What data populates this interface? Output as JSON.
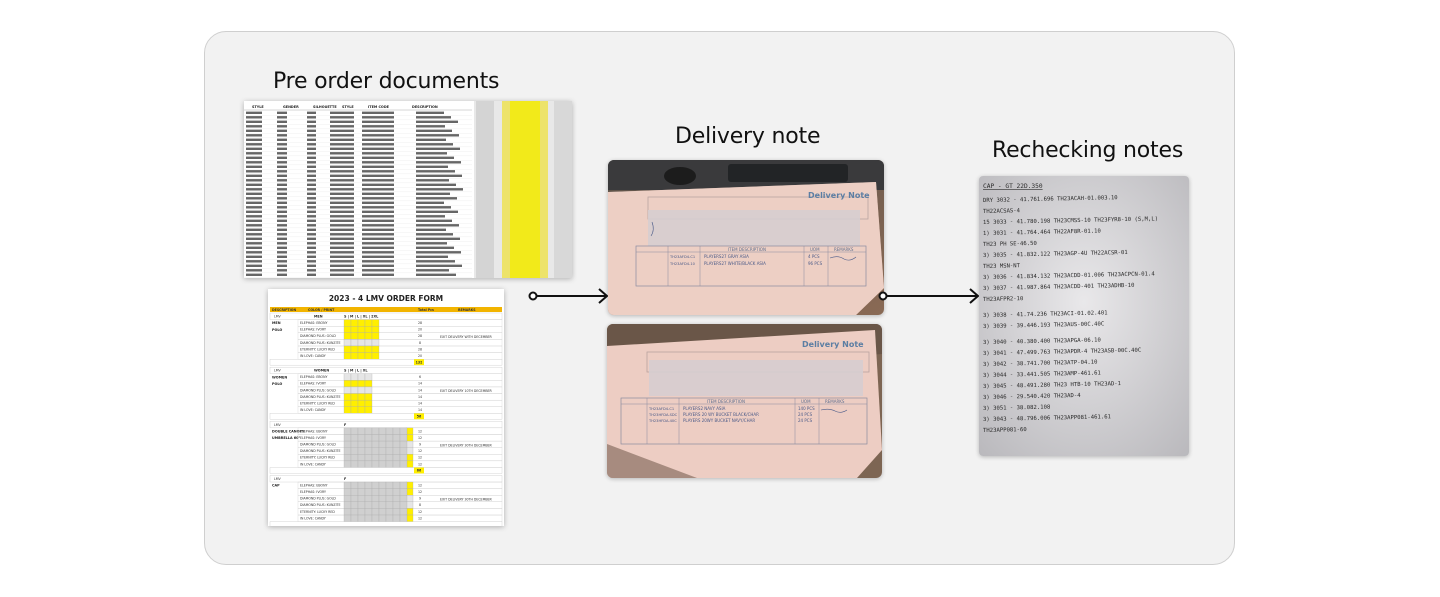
{
  "headings": {
    "pre_order": "Pre order documents",
    "delivery": "Delivery note",
    "rechecking": "Rechecking notes"
  },
  "spreadsheet": {
    "headers": [
      "STYLE",
      "GENDER",
      "SILHOUETTE",
      "STYLE",
      "ITEM CODE",
      "DESCRIPTION"
    ],
    "highlight_color": "#f2ea1a"
  },
  "order_form": {
    "title": "2023 - 4 LMV ORDER FORM",
    "col_description": "DESCRIPTION",
    "col_color_print": "COLOR / PRINT",
    "col_total": "Total Pcs",
    "col_remarks": "REMARKS",
    "header_color": "#f2b400",
    "highlight_color": "#ffef00",
    "sections": [
      {
        "brand": "LMV",
        "category": "MEN",
        "group_lines": [
          "MEN",
          "POLO"
        ],
        "size_header": "S | M | L | XL | 2XL",
        "rows": [
          "ELEPHAS: EBONY",
          "ELEPHAS: IVORY",
          "DIAMOND PLUS: GOLD",
          "DIAMOND PLUS: KUNZITE",
          "ETERNITY: LUCKY RED",
          "IN LOVE: CANDY"
        ],
        "totals": [
          "28",
          "20",
          "28",
          "8",
          "28",
          "20"
        ],
        "subtotal": "132",
        "remark": "EXIT DELIVERY WITH DECEMBER"
      },
      {
        "brand": "LMV",
        "category": "WOMEN",
        "group_lines": [
          "WOMEN",
          "POLO"
        ],
        "size_header": "S | M | L | XL",
        "rows": [
          "ELEPHAS: EBONY",
          "ELEPHAS: IVORY",
          "DIAMOND PLUS: GOLD",
          "DIAMOND PLUS: KUNZITE",
          "ETERNITY: LUCKY RED",
          "IN LOVE: CANDY"
        ],
        "totals": [
          "6",
          "14",
          "14",
          "14",
          "14",
          "14"
        ],
        "subtotal": "56",
        "remark": "EXIT DELIVERY 10TH DECEMBER"
      },
      {
        "brand": "LMV",
        "category": "",
        "group_lines": [
          "DOUBLE CANOPY",
          "UMBRELLA 60\""
        ],
        "size_header": "F",
        "rows": [
          "ELEPHAS: EBONY",
          "ELEPHAS: IVORY",
          "DIAMOND PLUS: GOLD",
          "DIAMOND PLUS: KUNZITE",
          "ETERNITY: LUCKY RED",
          "IN LOVE: CANDY"
        ],
        "totals": [
          "12",
          "12",
          "9",
          "12",
          "12",
          "12"
        ],
        "subtotal": "66",
        "remark": "EXIT DELIVERY 30TH DECEMBER"
      },
      {
        "brand": "LMV",
        "category": "",
        "group_lines": [
          "CAP"
        ],
        "size_header": "F",
        "rows": [
          "ELEPHAS: EBONY",
          "ELEPHAS: IVORY",
          "DIAMOND PLUS: GOLD",
          "DIAMOND PLUS: KUNZITE",
          "ETERNITY: LUCKY RED",
          "IN LOVE: CANDY"
        ],
        "totals": [
          "12",
          "12",
          "9",
          "8",
          "12",
          "12"
        ],
        "subtotal": "",
        "remark": "EXIT DELIVERY 30TH DECEMBER"
      }
    ]
  },
  "delivery_photos": [
    {
      "title": "Delivery Note",
      "col_item_description": "ITEM DESCRIPTION",
      "col_uom": "UOM",
      "col_remarks": "REMARKS",
      "lines": [
        "PLAYERS27 GRAY ASIA",
        "PLAYERS27 WHITE/BLACK ASIA"
      ],
      "codes": [
        "TH23AFD4-C1",
        "TH23AFD4-10"
      ],
      "qty": [
        "4 PCS",
        "96 PCS"
      ]
    },
    {
      "title": "Delivery Note",
      "col_item_description": "ITEM DESCRIPTION",
      "col_uom": "UOM",
      "col_remarks": "REMARKS",
      "lines": [
        "PLAYERS2 NAVY ASIA",
        "PLAYERS 20 WY BUCKET BLACK/CHAR",
        "PLAYERS 20WY BUCKET NAVY/CHAR"
      ],
      "codes": [
        "TH23AFD4-C1",
        "TH23HFDA-SDC",
        "TH23HFDA-40C"
      ],
      "qty": [
        "140 PCS",
        "24 PCS",
        "24 PCS"
      ]
    }
  ],
  "rechecking": {
    "header": "CAP - GT 22D.350",
    "lines": [
      "DRY 3032 - 41.761.696   TH23ACAH-01.003.10",
      "                        TH22ACSAS-4",
      "15 3033 - 41.780.198  TH23CMSS-10  TH23FYR8-10 (S,M,L)",
      "1) 3031 - 41.764.464  TH22AF8R-01.10",
      "                      TH23 PH SE-46.50",
      "3) 3035 - 41.832.122  TH23AGP-4U  TH22ACSR-01",
      "                      TH23 MSN-NT",
      "3) 3036 - 41.834.132  TH23ACDD-01.006  TH23ACPCN-01.4",
      "3) 3037 - 41.987.864  TH23ACDD-401  TH23ADHB-10",
      "                      TH23AFPR2-10",
      "3) 3038 - 41.74.236  TH23ACI-01.02.401",
      "3) 3039 - 39.446.193  TH23AUS-00C.40C",
      "3) 3040 - 40.380.400  TH23APGA-06.10",
      "3) 3041 - 47.499.763  TH23APDR-4   TH23ASB-00C.40C",
      "3) 3042 - 38.741.700  TH23ATP-04.10",
      "3) 3044 - 33.441.505  TH23AMP-461.61",
      "3) 3045 - 48.491.280  TH23 HTB-10   TH23AD-1",
      "3) 3046 - 29.540.420  TH23AD-4",
      "3) 3051 - 38.082.108",
      "3) 3043 - 48.796.006  TH23APP081-461.61",
      "                      TH23APP081-60"
    ]
  }
}
